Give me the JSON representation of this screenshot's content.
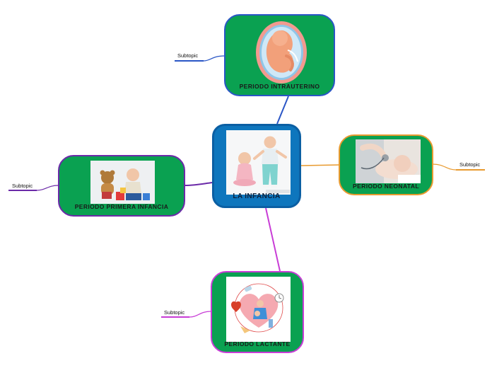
{
  "central": {
    "title": "LA INFANCIA"
  },
  "topics": {
    "intrauterino": {
      "title": "PERIODO INTRAUTERINO",
      "subtopic": "Subtopic",
      "branch_color": "#2a56c6"
    },
    "neonatal": {
      "title": "PERIODO NEONATAL",
      "subtopic": "Subtopic",
      "branch_color": "#e89a2f"
    },
    "primera_infancia": {
      "title": "PERIODO PRIMERA INFANCIA",
      "subtopic": "Subtopic",
      "branch_color": "#6b2aa8"
    },
    "lactante": {
      "title": "PERIODO LACTANTE",
      "subtopic": "Subtopic",
      "branch_color": "#c83cd6"
    }
  },
  "colors": {
    "node_fill": "#0aa151",
    "central_fill": "#0e76bd"
  }
}
